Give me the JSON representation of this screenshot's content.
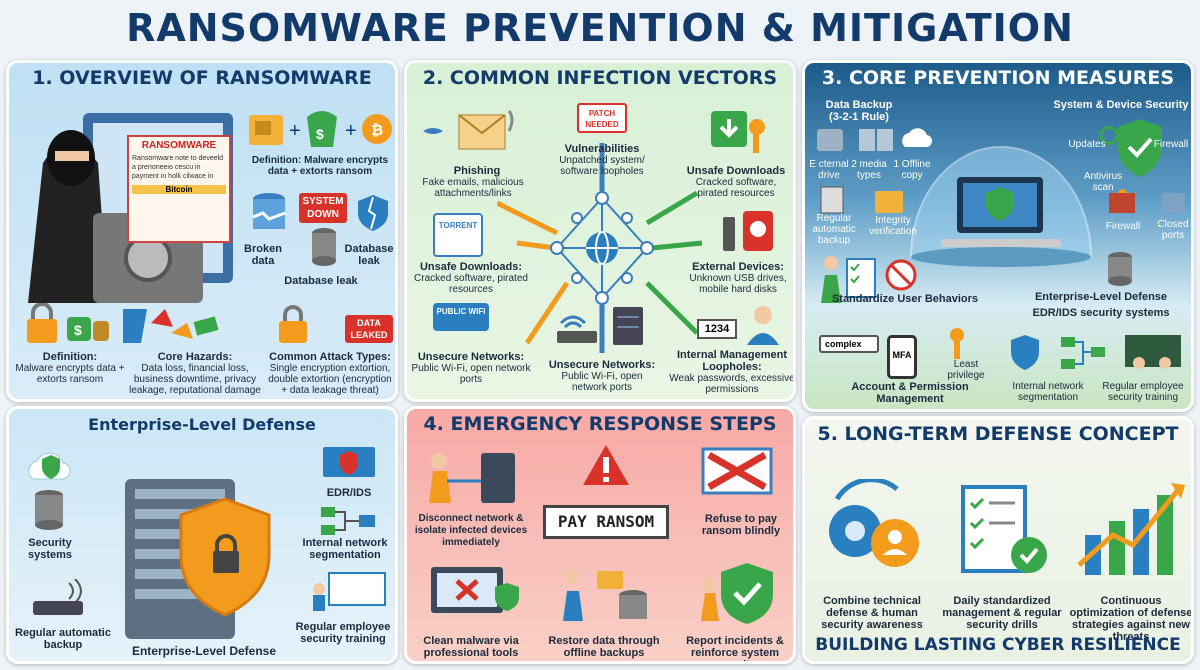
{
  "title": "RANSOMWARE PREVENTION & MITIGATION",
  "colors": {
    "navy": "#123a6b",
    "green": "#3aa64a",
    "orange": "#f29b1d",
    "red": "#d9322b",
    "blue": "#2a7fc1"
  },
  "p1": {
    "heading": "1. OVERVIEW OF RANSOMWARE",
    "note_title": "RANSOMWARE",
    "note_text": "Ransomware note to deveeld a prenoneeio cescu in payment in holk cilwace in",
    "note_coin": "Bitcoin",
    "def_top": "Definition: Malware encrypts data + extorts ransom",
    "system_down": "SYSTEM DOWN",
    "broken": "Broken data",
    "db_leak_right": "Database leak",
    "db_leak_bottom": "Database leak",
    "definition_bold": "Definition:",
    "definition_text": "Malware encrypts data + extorts ransom",
    "hazards_bold": "Core Hazards:",
    "hazards_text": "Data loss, financial loss, business downtime, privacy leakage, reputational damage",
    "attack_bold": "Common Attack Types:",
    "attack_text": "Single encryption extortion, double extortion (encryption + data leakage threat)",
    "data_leaked": "DATA LEAKED"
  },
  "p2": {
    "heading": "2. COMMON INFECTION VECTORS",
    "phishing_bold": "Phishing",
    "phishing_text": "Fake emails, malicious attachments/links",
    "patch": "PATCH NEEDED",
    "vuln_bold": "Vulnerabilities",
    "vuln_text": "Unpatched system/ software loopholes",
    "unsafe1_bold": "Unsafe Downloads",
    "unsafe1_text": "Cracked software, pirated resources",
    "torrent": "TORRENT",
    "unsafe2_bold": "Unsafe Downloads:",
    "unsafe2_text": "Cracked software, pirated resources",
    "external_bold": "External Devices:",
    "external_text": "Unknown USB drives, mobile hard disks",
    "public_wifi": "PUBLIC WIFI",
    "net1_bold": "Unsecure Networks:",
    "net1_text": "Public Wi-Fi, open network ports",
    "net2_bold": "Unsecure Networks:",
    "net2_text": "Public Wi-Fi, open network ports",
    "pw": "1234",
    "internal_bold": "Internal Management Loopholes:",
    "internal_text": "Weak passwords, excessive permissions"
  },
  "p3": {
    "heading": "3. CORE PREVENTION MEASURES",
    "backup": "Data Backup (3-2-1 Rule)",
    "system": "System & Device Security",
    "ext": "E cternal drive",
    "media": "2 media types",
    "offline": "1 Offline copy",
    "updates": "Updates",
    "firewall1": "Firewall",
    "antivirus": "Antivirus scan",
    "regular": "Regular automatic backup",
    "integrity": "Integrity verification",
    "firewall2": "Firewall",
    "closed": "Closed ports",
    "std": "Standardize User Behaviors",
    "ent": "Enterprise-Level Defense",
    "edr": "EDR/IDS security systems",
    "complex": "complex",
    "mfa": "MFA",
    "least": "Least privilege",
    "account": "Account & Permission Management",
    "seg": "Internal network segmentation",
    "training": "Regular employee security training"
  },
  "p4": {
    "heading": "Enterprise-Level Defense",
    "security": "Security systems",
    "edr": "EDR/IDS",
    "seg": "Internal network segmentation",
    "backup": "Regular automatic backup",
    "bottom": "Enterprise-Level Defense",
    "training": "Regular employee security training"
  },
  "p5": {
    "heading": "4. EMERGENCY RESPONSE STEPS",
    "disconnect": "Disconnect network & isolate infected devices immediately",
    "pay": "PAY RANSOM",
    "refuse": "Refuse to pay ransom blindly",
    "clean": "Clean malware via professional tools",
    "restore": "Restore data through offline backups",
    "report": "Report incidents & reinforce system security"
  },
  "p6": {
    "heading": "5. LONG-TERM DEFENSE CONCEPT",
    "combine": "Combine technical defense & human security awareness",
    "daily": "Daily standardized management & regular security drills",
    "continuous": "Continuous optimization of defense strategies against new threats",
    "banner": "BUILDING LASTING CYBER RESILIENCE"
  }
}
